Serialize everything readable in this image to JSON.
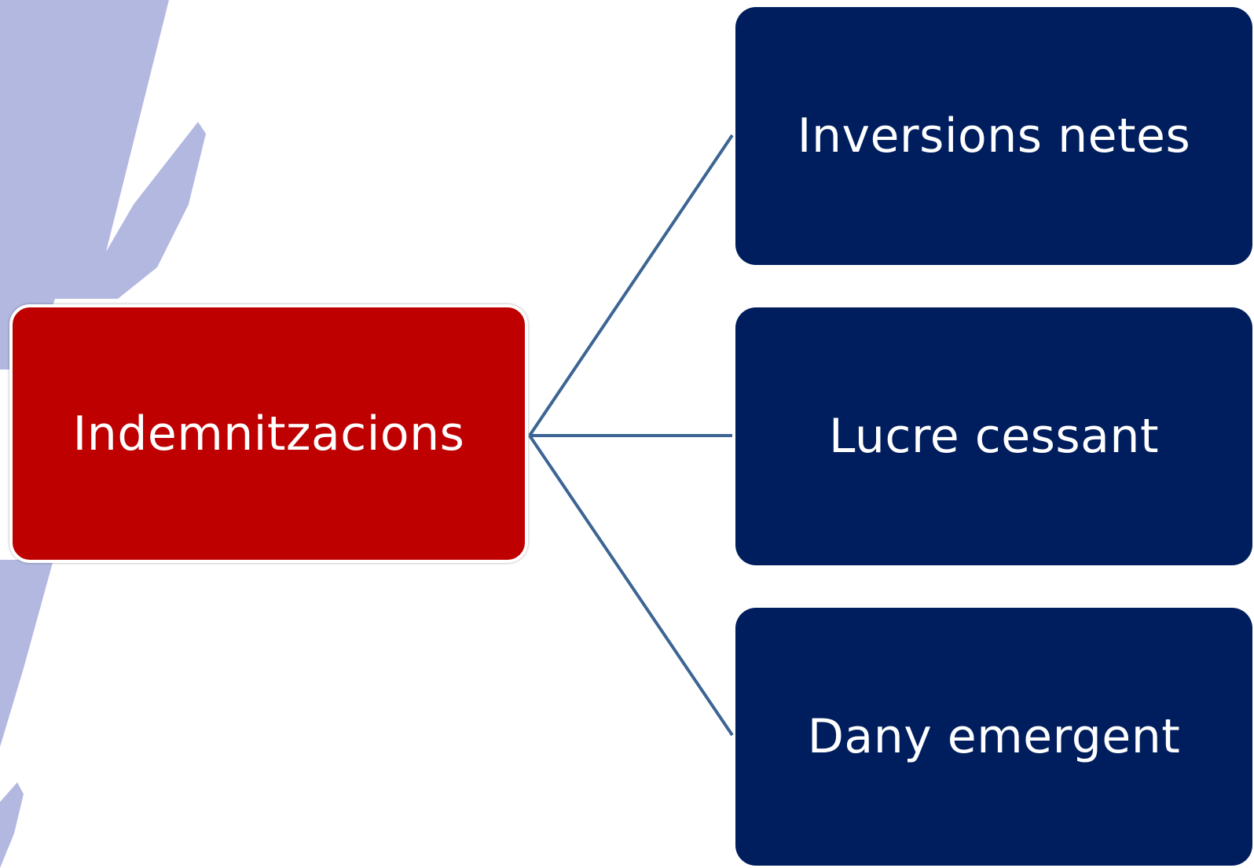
{
  "colors": {
    "root_fill": "#be0000",
    "child_fill": "#001e5e",
    "connector": "#3c6494",
    "stripe": "#b3b8e0",
    "text": "#ffffff"
  },
  "diagram": {
    "root": {
      "label": "Indemnitzacions"
    },
    "children": [
      {
        "label": "Inversions netes"
      },
      {
        "label": "Lucre cessant"
      },
      {
        "label": "Dany emergent"
      }
    ]
  }
}
